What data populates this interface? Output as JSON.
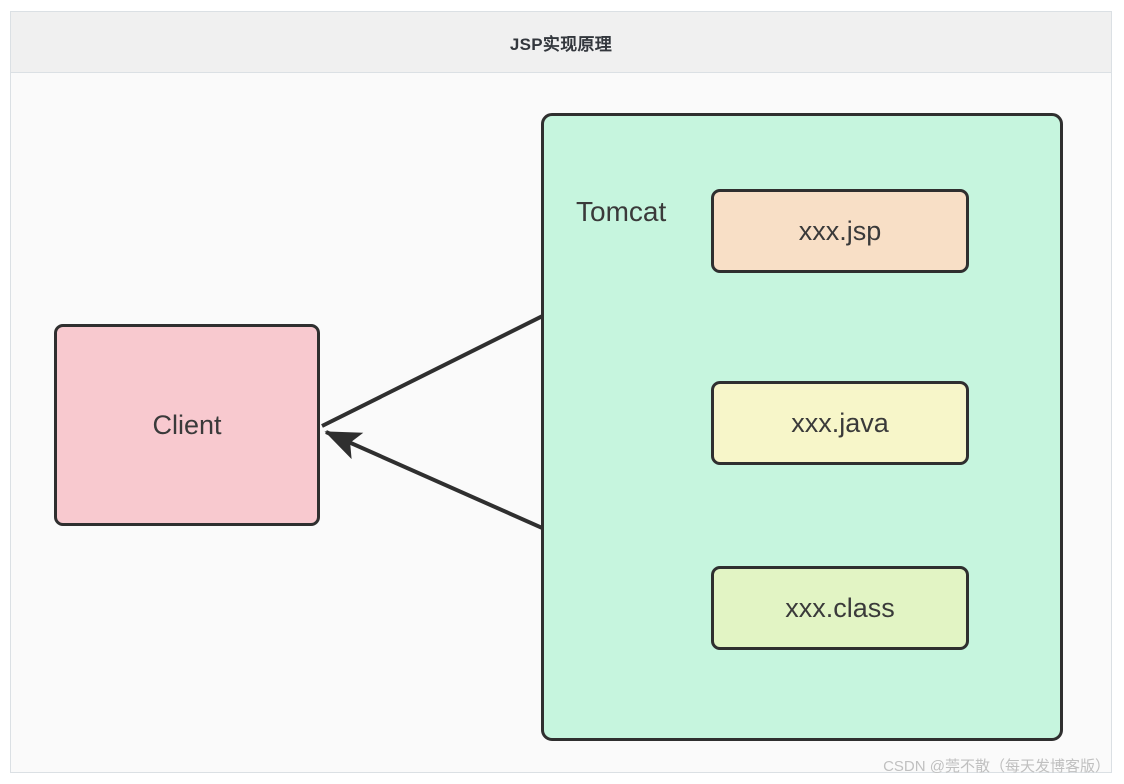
{
  "card": {
    "title": "JSP实现原理"
  },
  "diagram": {
    "nodes": [
      {
        "id": "client",
        "label": "Client",
        "color": "#f8c9cf"
      },
      {
        "id": "tomcat",
        "label": "Tomcat",
        "color": "#c6f5de"
      },
      {
        "id": "jsp",
        "label": "xxx.jsp",
        "color": "#f8dfc6"
      },
      {
        "id": "java",
        "label": "xxx.java",
        "color": "#f7f6c9"
      },
      {
        "id": "class",
        "label": "xxx.class",
        "color": "#e2f4c4"
      }
    ],
    "edges": [
      {
        "id": "client-to-jsp",
        "from": "client",
        "to": "jsp",
        "label": ""
      },
      {
        "id": "jsp-to-java",
        "from": "jsp",
        "to": "java",
        "label": ""
      },
      {
        "id": "java-to-class",
        "from": "java",
        "to": "class",
        "label": ""
      },
      {
        "id": "class-to-client",
        "from": "class",
        "to": "client",
        "label": ""
      }
    ],
    "stroke_color": "#2f2f2f"
  },
  "watermark": {
    "text": "CSDN @莞不散（每天发博客版）"
  }
}
